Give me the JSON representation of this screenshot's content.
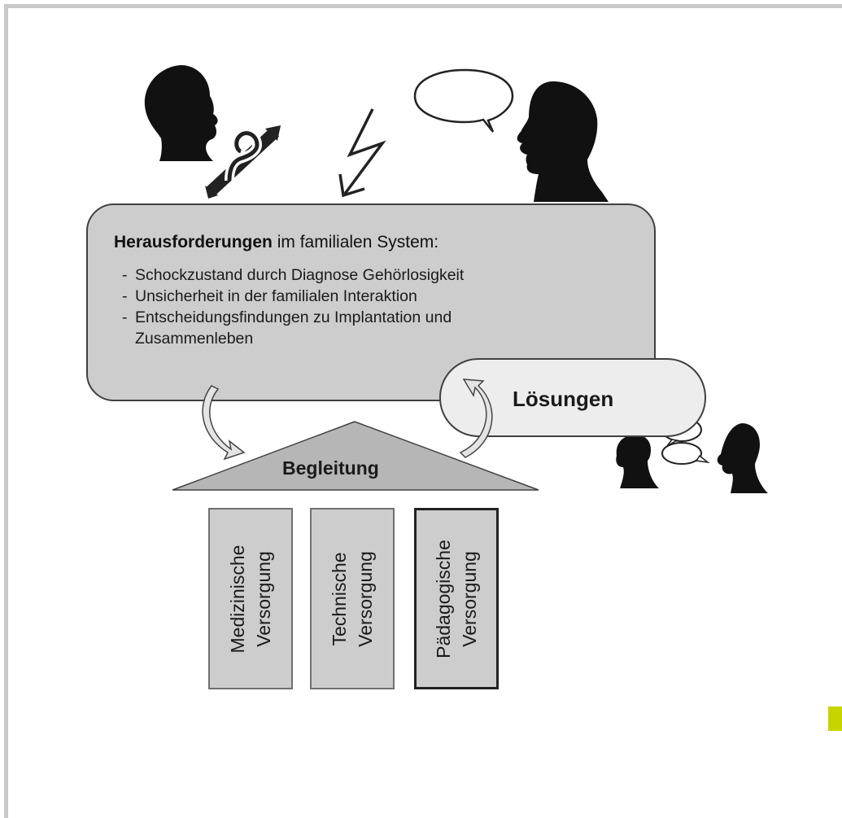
{
  "challenges": {
    "title_bold": "Herausforderungen",
    "title_rest": " im familialen System:",
    "items": [
      {
        "dash": "-",
        "text": "Schockzustand durch Diagnose Gehörlosigkeit"
      },
      {
        "dash": "-",
        "text": "Unsicherheit in der familialen Interaktion"
      },
      {
        "dash": "-",
        "text": "Entscheidungsfindungen zu Implantation und",
        "cont": "Zusammenleben"
      }
    ]
  },
  "solutions": {
    "label": "Lösungen"
  },
  "support": {
    "label": "Begleitung"
  },
  "pillars": [
    {
      "line1": "Medizinische",
      "line2": "Versorgung"
    },
    {
      "line1": "Technische",
      "line2": "Versorgung"
    },
    {
      "line1": "Pädagogische",
      "line2": "Versorgung"
    }
  ],
  "icons": [
    "child-head-icon",
    "hearing-impaired-icon",
    "lightning-arrow-icon",
    "speech-bubble-icon",
    "adult-head-icon",
    "curved-arrow-icon",
    "conversation-icon"
  ],
  "colors": {
    "box_fill": "#cdcdcd",
    "solutions_fill": "#ededed",
    "silhouette": "#111111",
    "badge": "#c8d400"
  }
}
